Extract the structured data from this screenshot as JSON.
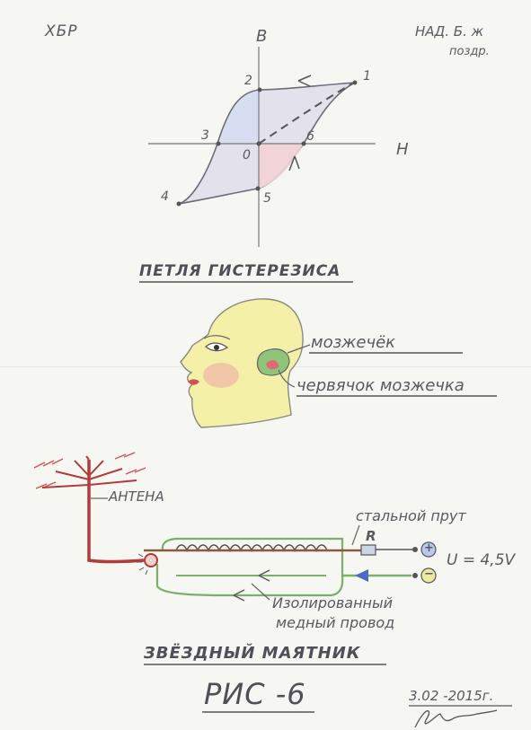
{
  "header": {
    "left_mark": "ХБР",
    "right_mark": "НАД. Б. ж",
    "right_sub": "поздр."
  },
  "hysteresis": {
    "axis_y_label": "В",
    "axis_x_label": "Н",
    "points": [
      "1",
      "2",
      "3",
      "0",
      "6",
      "5",
      "4"
    ],
    "caption": "ПЕТЛЯ ГИСТЕРЕЗИСА"
  },
  "head": {
    "label_cerebellum": "мозжечёк",
    "label_vermis": "червячок мозжечка"
  },
  "pendulum": {
    "antenna": "АНТЕНА",
    "steel_rod": "стальной прут",
    "resistor": "R",
    "plus": "+",
    "minus": "−",
    "voltage": "U = 4,5V",
    "wire_line1": "Изолированный",
    "wire_line2": "медный провод",
    "caption": "ЗВЁЗДНЫЙ МАЯТНИК"
  },
  "footer": {
    "figure": "РИС -6",
    "date": "3.02 -2015г."
  },
  "colors": {
    "ink": "#5a5a60",
    "red_wire": "#b23a3a",
    "green_wire": "#7bb06a",
    "loop_blue": "#d5ddf2",
    "loop_pink": "#f1d3d6",
    "face_yellow": "#f2ee9a"
  }
}
